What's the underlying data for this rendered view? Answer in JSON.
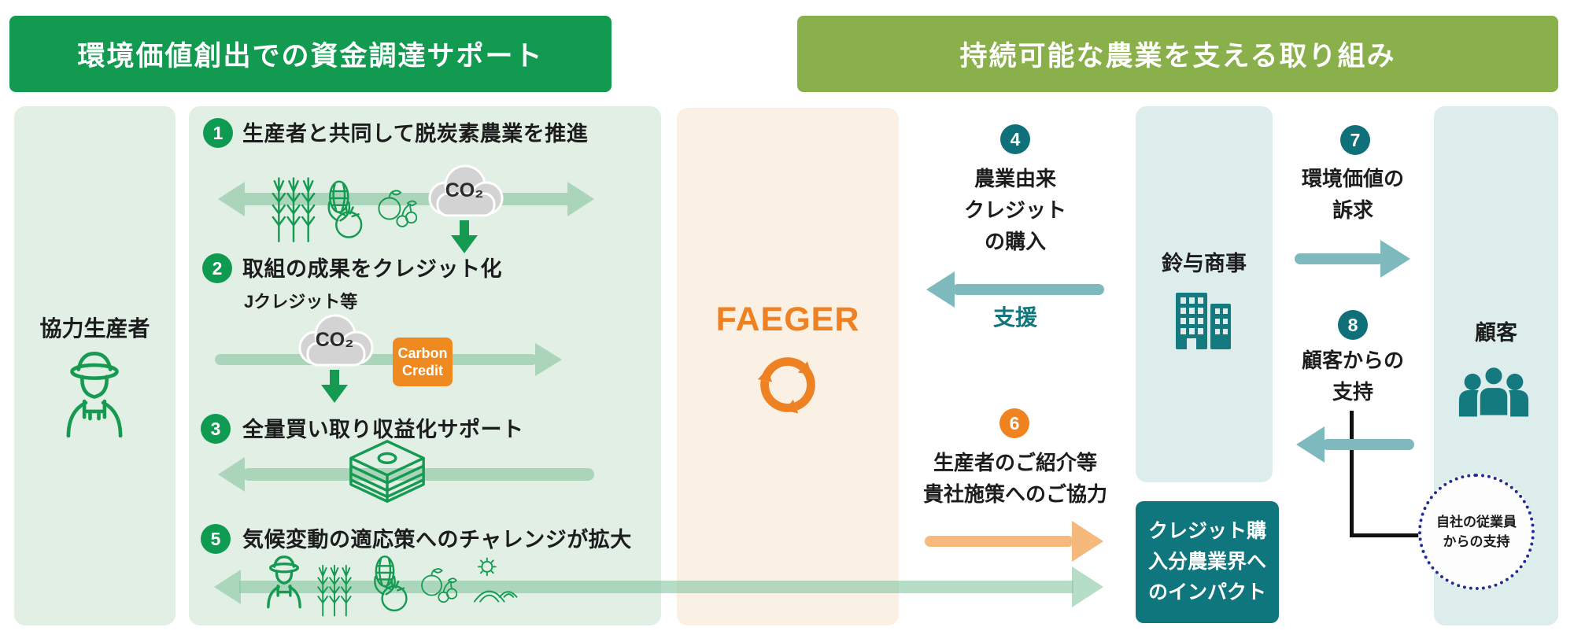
{
  "banners": {
    "left": "環境価値創出での資金調達サポート",
    "right": "持続可能な農業を支える取り組み"
  },
  "actors": {
    "producer": {
      "label": "協力生産者"
    },
    "faeger": {
      "label": "FAEGER"
    },
    "suzuyo": {
      "label": "鈴与商事"
    },
    "customer": {
      "label": "顧客"
    }
  },
  "steps": {
    "1": {
      "num": "1",
      "text": "生産者と共同して脱炭素農業を推進"
    },
    "2": {
      "num": "2",
      "text": "取組の成果をクレジット化",
      "sub": "Jクレジット等"
    },
    "3": {
      "num": "3",
      "text": "全量買い取り収益化サポート"
    },
    "4": {
      "num": "4",
      "lines": [
        "農業由来",
        "クレジット",
        "の購入"
      ],
      "arrow_label": "支援"
    },
    "5": {
      "num": "5",
      "text": "気候変動の適応策へのチャレンジが拡大"
    },
    "6": {
      "num": "6",
      "lines": [
        "生産者のご紹介等",
        "貴社施策へのご協力"
      ]
    },
    "7": {
      "num": "7",
      "lines": [
        "環境価値の",
        "訴求"
      ]
    },
    "8": {
      "num": "8",
      "lines": [
        "顧客からの",
        "支持"
      ]
    }
  },
  "labels": {
    "co2": "CO₂",
    "carbon_credit": [
      "Carbon",
      "Credit"
    ],
    "impact_box": [
      "クレジット購",
      "入分農業界へ",
      "のインパクト"
    ],
    "employee_circle": [
      "自社の従業員",
      "からの支持"
    ]
  },
  "colors": {
    "banner_green": "#119a50",
    "banner_olive": "#8ab04b",
    "mint_panel": "#e1efe5",
    "cream_panel": "#fbf0e4",
    "light_teal_panel": "#ddedeb",
    "teal": "#10707a",
    "teal_box": "#0f767d",
    "orange": "#ee8122",
    "arrow_green": "#abd5bb",
    "arrow_teal": "#7db9bd",
    "arrow_orange": "#f5b97c",
    "navy_dotted": "#1e2f93",
    "icon_green": "#169a52",
    "cloud_grey": "#d3d3d3"
  }
}
